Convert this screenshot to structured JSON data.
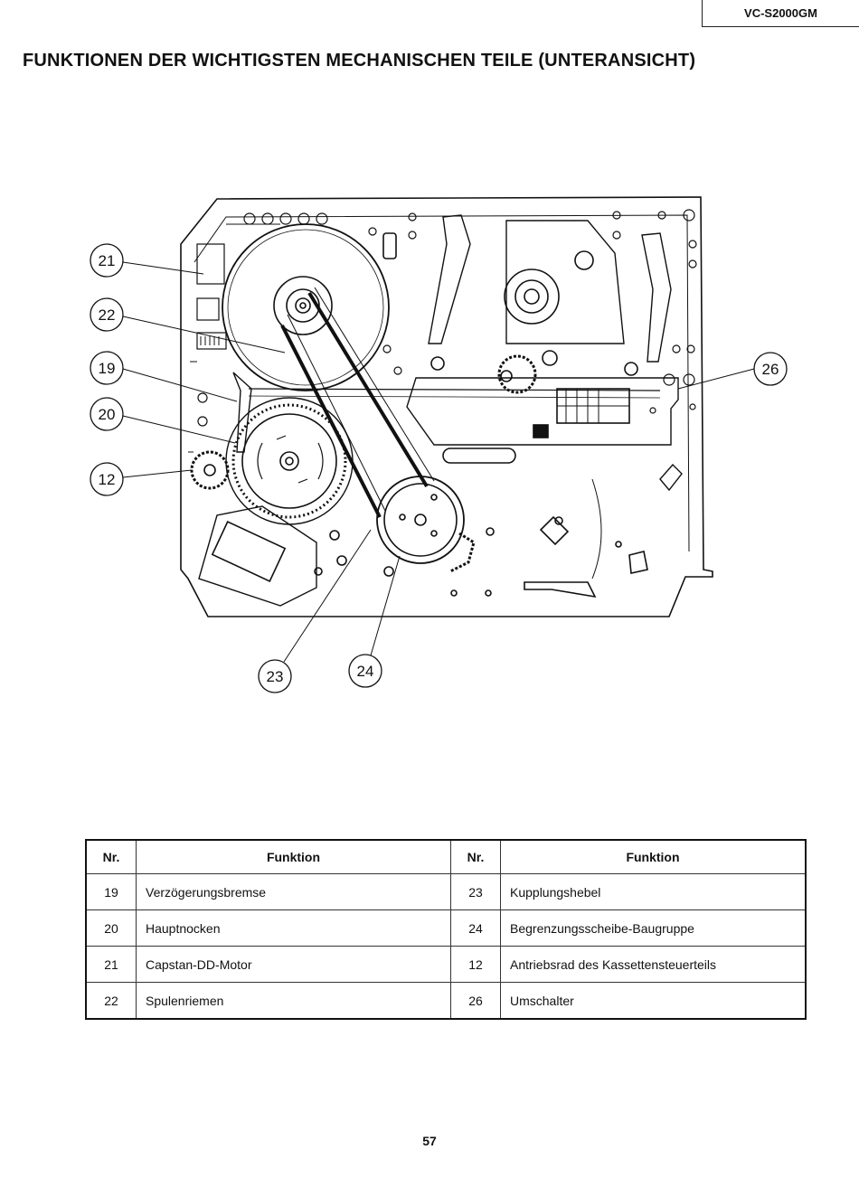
{
  "header": {
    "model": "VC-S2000GM"
  },
  "title": "FUNKTIONEN DER WICHTIGSTEN MECHANISCHEN TEILE (UNTERANSICHT)",
  "callouts": {
    "c21": "21",
    "c22": "22",
    "c19": "19",
    "c20": "20",
    "c12": "12",
    "c26": "26",
    "c23": "23",
    "c24": "24"
  },
  "table": {
    "headers": {
      "nr": "Nr.",
      "funktion": "Funktion"
    },
    "rows": [
      {
        "nr_a": "19",
        "fn_a": "Verzögerungsbremse",
        "nr_b": "23",
        "fn_b": "Kupplungshebel"
      },
      {
        "nr_a": "20",
        "fn_a": "Hauptnocken",
        "nr_b": "24",
        "fn_b": "Begrenzungsscheibe-Baugruppe"
      },
      {
        "nr_a": "21",
        "fn_a": "Capstan-DD-Motor",
        "nr_b": "12",
        "fn_b": "Antriebsrad des Kassettensteuerteils"
      },
      {
        "nr_a": "22",
        "fn_a": "Spulenriemen",
        "nr_b": "26",
        "fn_b": "Umschalter"
      }
    ]
  },
  "footer": {
    "page_number": "57"
  }
}
